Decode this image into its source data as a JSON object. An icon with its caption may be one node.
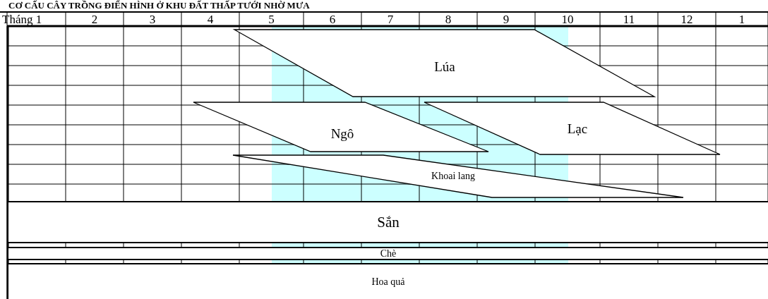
{
  "diagram": {
    "title": "CƠ CẤU CÂY TRỒNG ĐIỂN HÌNH Ở KHU ĐẤT THẤP TƯỚI NHỜ MƯA",
    "nodes": [
      {
        "text": [
          "Lúa"
        ]
      },
      {
        "text": [
          "Ngô"
        ]
      },
      {
        "text": [
          "Lạc"
        ]
      },
      {
        "text": [
          "Khoai lang"
        ]
      },
      {
        "text": [
          "Sắn"
        ]
      },
      {
        "text": [
          "Chè"
        ]
      },
      {
        "text": [
          "Hoa quả"
        ]
      }
    ],
    "labels": [
      "Tháng 1",
      "2",
      "3",
      "4",
      "5",
      "6",
      "7",
      "8",
      "9",
      "10",
      "11",
      "12",
      "1"
    ]
  }
}
